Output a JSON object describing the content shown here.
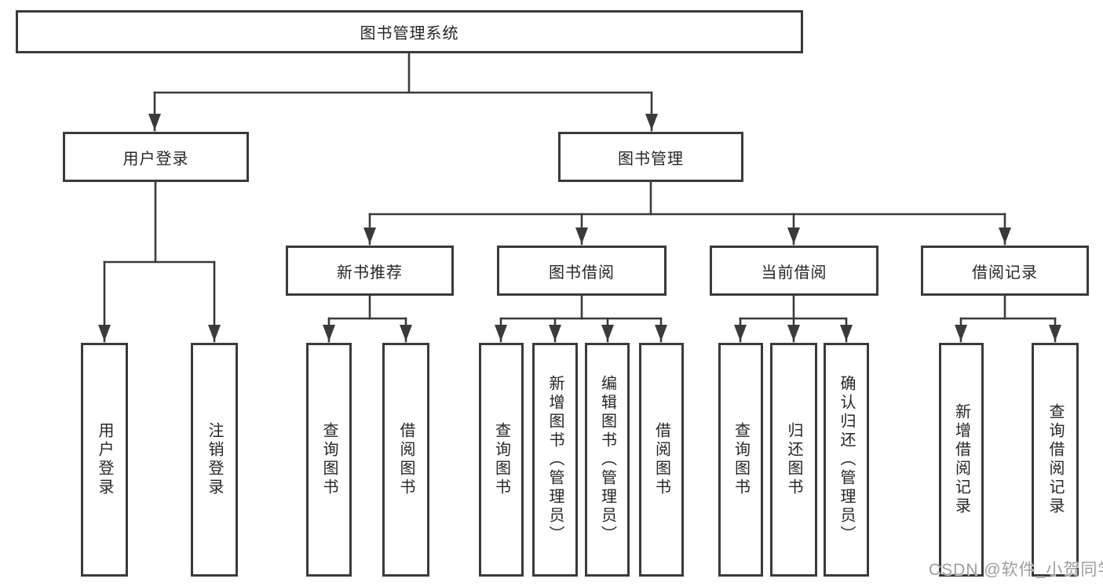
{
  "diagram": {
    "watermark": "CSDN @软件_小贺同学",
    "colors": {
      "line": "#3a3a3a",
      "box_border": "#3a3a3a",
      "box_fill": "#ffffff",
      "text": "#262626",
      "watermark": "#9d9d9d"
    },
    "tree": {
      "label": "图书管理系统",
      "children": [
        {
          "label": "用户登录",
          "children": [
            {
              "label": "用户登录"
            },
            {
              "label": "注销登录"
            }
          ]
        },
        {
          "label": "图书管理",
          "children": [
            {
              "label": "新书推荐",
              "children": [
                {
                  "label": "查询图书"
                },
                {
                  "label": "借阅图书"
                }
              ]
            },
            {
              "label": "图书借阅",
              "children": [
                {
                  "label": "查询图书"
                },
                {
                  "label": "新增图书（管理员）"
                },
                {
                  "label": "编辑图书（管理员）"
                },
                {
                  "label": "借阅图书"
                }
              ]
            },
            {
              "label": "当前借阅",
              "children": [
                {
                  "label": "查询图书"
                },
                {
                  "label": "归还图书"
                },
                {
                  "label": "确认归还（管理员）"
                }
              ]
            },
            {
              "label": "借阅记录",
              "children": [
                {
                  "label": "新增借阅记录"
                },
                {
                  "label": "查询借阅记录"
                }
              ]
            }
          ]
        }
      ]
    }
  }
}
